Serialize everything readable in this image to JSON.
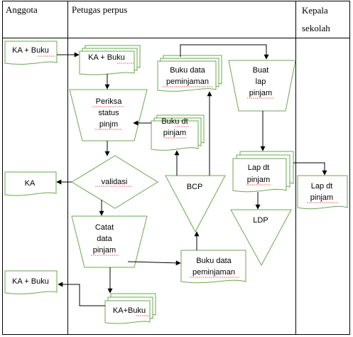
{
  "lanes": {
    "anggota": "Anggota",
    "petugas": "Petugas perpus",
    "kepala_1": "Kepala",
    "kepala_2": "sekolah"
  },
  "nodes": {
    "anggota_in": "KA + Buku",
    "petugas_in": "KA + Buku",
    "periksa_1": "Periksa",
    "periksa_2": "status",
    "periksa_3": "pinjm",
    "validasi": "validasi",
    "ka_out": "KA",
    "catat_1": "Catat",
    "catat_2": "data",
    "catat_3": "pinjam",
    "anggota_out": "KA + Buku",
    "ka_buku": "KA+Buku",
    "buku_data_bottom_1": "Buku data",
    "buku_data_bottom_2": "peminjaman",
    "bcp": "BCP",
    "buku_dt_1": "Buku dt",
    "buku_dt_2": "pinjam",
    "buku_data_top_1": "Buku data",
    "buku_data_top_2": "peminjaman",
    "buat_1": "Buat",
    "buat_2": "lap",
    "buat_3": "pinjam",
    "lap_dt_1": "Lap dt",
    "lap_dt_2": "pinjam",
    "ldp": "LDP",
    "kepala_lap_1": "Lap dt",
    "kepala_lap_2": "pinjam"
  },
  "colors": {
    "shape_stroke": "#6aa84f",
    "line": "#000000",
    "spell_underline": "#d22222"
  }
}
